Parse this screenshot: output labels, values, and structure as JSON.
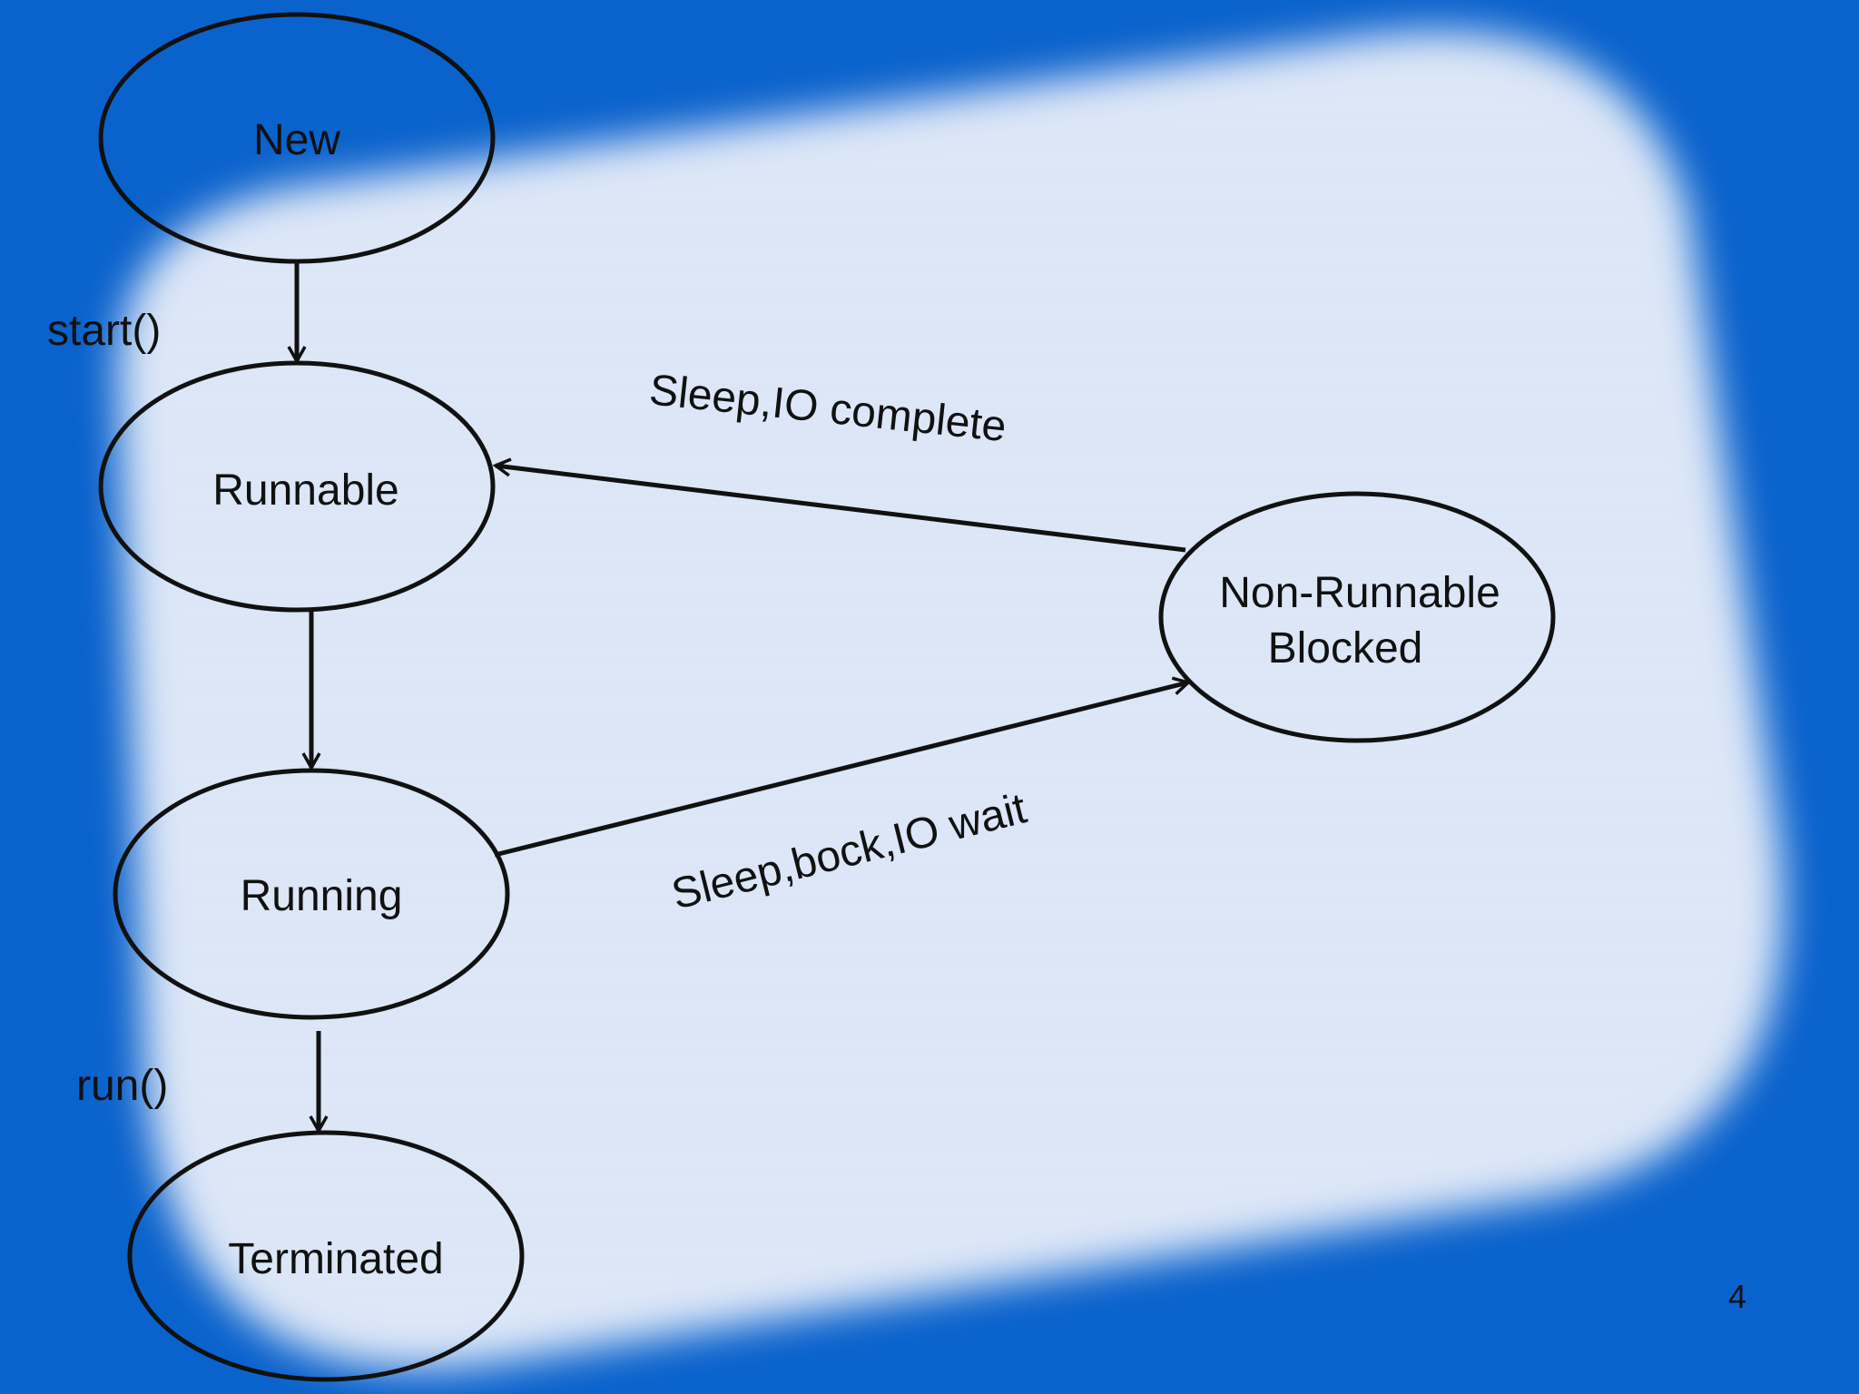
{
  "diagram": {
    "states": {
      "new": "New",
      "runnable": "Runnable",
      "running": "Running",
      "terminated": "Terminated",
      "blocked_line1": "Non-Runnable",
      "blocked_line2": "Blocked"
    },
    "transitions": {
      "start": "start()",
      "run": "run()",
      "to_blocked": "Sleep,bock,IO wait",
      "to_runnable": "Sleep,IO complete"
    }
  },
  "slide": {
    "page_number": "4"
  },
  "colors": {
    "background": "#0a62cc",
    "panel": "#e4edf9",
    "stroke": "#111111"
  }
}
